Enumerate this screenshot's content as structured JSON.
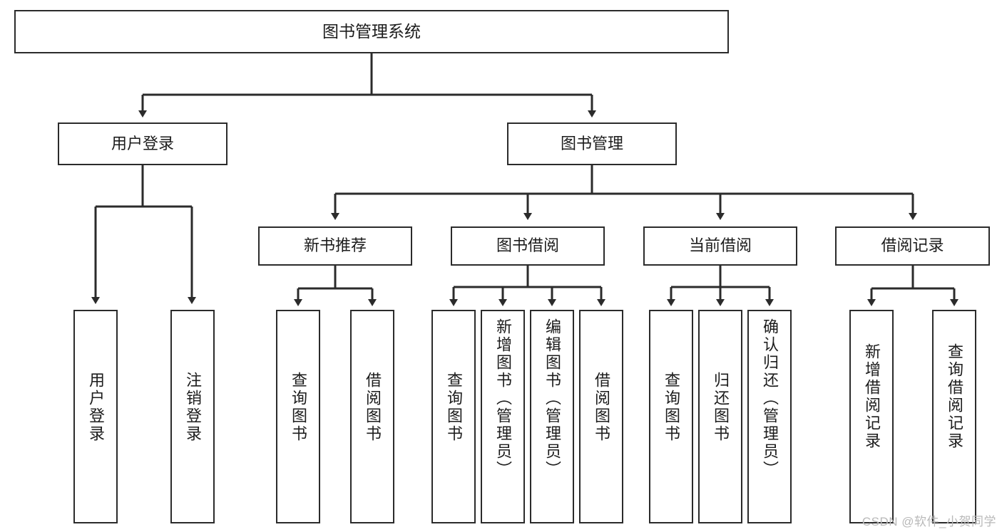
{
  "diagram": {
    "title": "图书管理系统",
    "type": "tree-hierarchy",
    "watermark": "CSDN @软件_小贺同学",
    "root": {
      "id": "root",
      "label": "图书管理系统"
    },
    "level1": [
      {
        "id": "user-login",
        "label": "用户登录"
      },
      {
        "id": "book-manage",
        "label": "图书管理"
      }
    ],
    "level2": [
      {
        "id": "new-book-rec",
        "label": "新书推荐",
        "parent": "book-manage"
      },
      {
        "id": "book-borrow",
        "label": "图书借阅",
        "parent": "book-manage"
      },
      {
        "id": "current-borrow",
        "label": "当前借阅",
        "parent": "book-manage"
      },
      {
        "id": "borrow-record",
        "label": "借阅记录",
        "parent": "book-manage"
      }
    ],
    "leaves": [
      {
        "id": "leaf-user-login",
        "label": "用户登录",
        "parent": "user-login"
      },
      {
        "id": "leaf-logout",
        "label": "注销登录",
        "parent": "user-login"
      },
      {
        "id": "leaf-query-book-1",
        "label": "查询图书",
        "parent": "new-book-rec"
      },
      {
        "id": "leaf-borrow-book-1",
        "label": "借阅图书",
        "parent": "new-book-rec"
      },
      {
        "id": "leaf-query-book-2",
        "label": "查询图书",
        "parent": "book-borrow"
      },
      {
        "id": "leaf-add-book",
        "label": "新增图书（管理员）",
        "parent": "book-borrow"
      },
      {
        "id": "leaf-edit-book",
        "label": "编辑图书（管理员）",
        "parent": "book-borrow"
      },
      {
        "id": "leaf-borrow-book-2",
        "label": "借阅图书",
        "parent": "book-borrow"
      },
      {
        "id": "leaf-query-book-3",
        "label": "查询图书",
        "parent": "current-borrow"
      },
      {
        "id": "leaf-return-book",
        "label": "归还图书",
        "parent": "current-borrow"
      },
      {
        "id": "leaf-confirm-return",
        "label": "确认归还（管理员）",
        "parent": "current-borrow"
      },
      {
        "id": "leaf-add-record",
        "label": "新增借阅记录",
        "parent": "borrow-record"
      },
      {
        "id": "leaf-query-record",
        "label": "查询借阅记录",
        "parent": "borrow-record"
      }
    ],
    "colors": {
      "stroke": "#2b2b2b",
      "fill": "#ffffff",
      "text": "#1c1c1c",
      "watermark": "#b9b9b9"
    }
  }
}
